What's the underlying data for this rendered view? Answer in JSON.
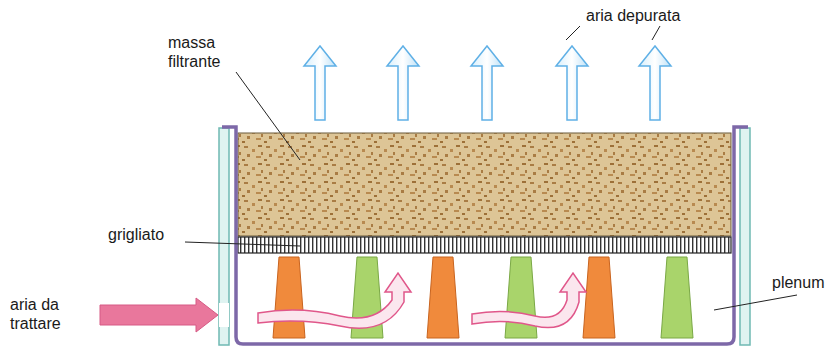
{
  "diagram": {
    "labels": [
      "aria depurata",
      "massa filtrante",
      "grigliato",
      "aria da trattare",
      "plenum"
    ]
  }
}
